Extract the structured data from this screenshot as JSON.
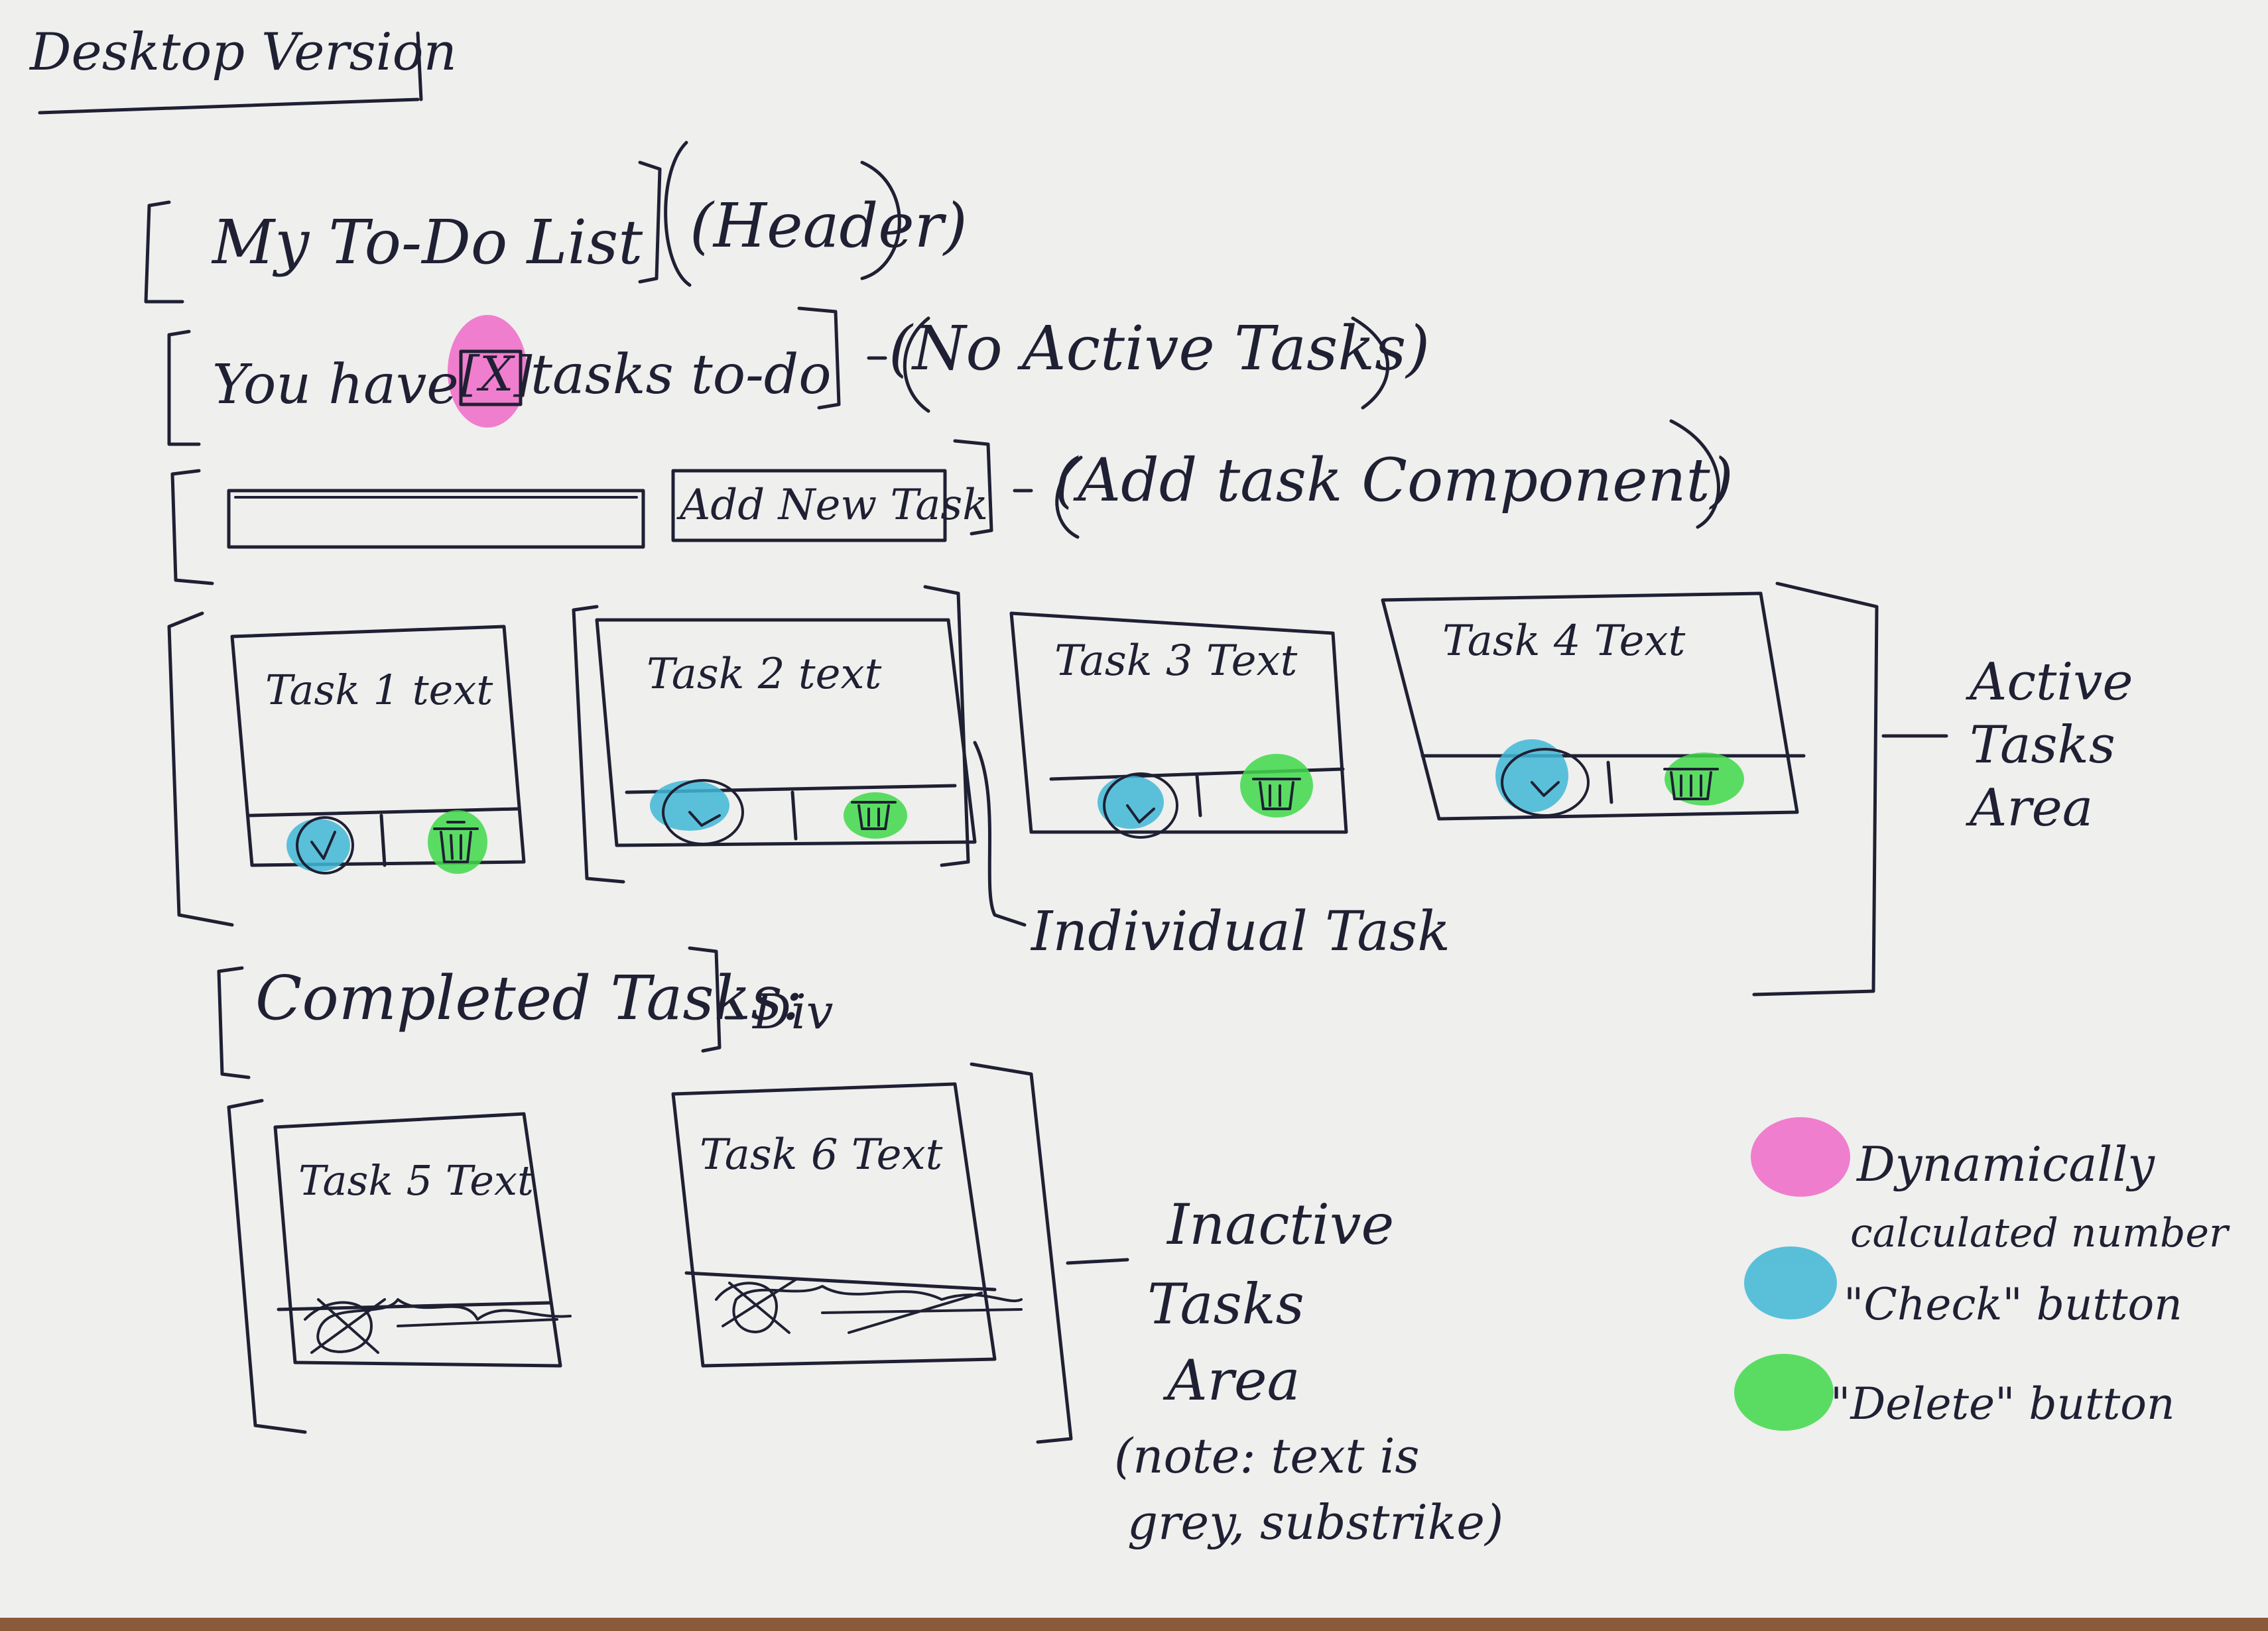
{
  "title": "Desktop Version",
  "header": {
    "text": "My To-Do List",
    "annotation": "(Header)"
  },
  "counter": {
    "prefix": "You have",
    "number": "[X]",
    "suffix": "tasks to-do",
    "annotation": "(No Active Tasks)"
  },
  "add_task": {
    "button_label": "Add New Task",
    "annotation": "(Add task Component)"
  },
  "active_tasks": [
    {
      "text": "Task 1 text"
    },
    {
      "text": "Task 2 text"
    },
    {
      "text": "Task 3 Text"
    },
    {
      "text": "Task 4 Text"
    }
  ],
  "active_area_label": [
    "Active",
    "Tasks",
    "Area"
  ],
  "individual_task_label": "Individual Task",
  "completed": {
    "heading": "Completed Tasks:",
    "annotation": "Div"
  },
  "inactive_tasks": [
    {
      "text": "Task 5 Text"
    },
    {
      "text": "Task 6 Text"
    }
  ],
  "inactive_area_label": [
    "Inactive",
    "Tasks",
    "Area"
  ],
  "inactive_note": [
    "(note: text is",
    "grey, substrike)"
  ],
  "legend": [
    {
      "label_line1": "Dynamically",
      "label_line2": "calculated number",
      "color": "#f06ac8"
    },
    {
      "label_line1": "\"Check\" button",
      "label_line2": "",
      "color": "#3fb7d6"
    },
    {
      "label_line1": "\"Delete\" button",
      "label_line2": "",
      "color": "#3fd84a"
    }
  ],
  "colors": {
    "ink": "#1f2033",
    "paper": "#efefed",
    "highlight_pink": "#f06ac8",
    "highlight_blue": "#3fb7d6",
    "highlight_green": "#3fd84a"
  },
  "icons": {
    "check": "check-icon",
    "delete": "trash-icon"
  }
}
